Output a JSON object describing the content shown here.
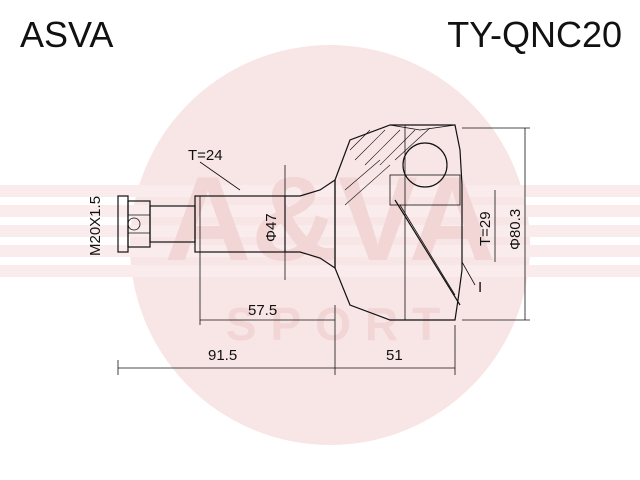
{
  "header": {
    "brand": "ASVA",
    "part_number": "TY-QNC20"
  },
  "watermark": {
    "text": "ASVA SPORT",
    "color": "#e8b7b7"
  },
  "dimensions": {
    "thread": "M20X1.5",
    "teeth_outer": "T=24",
    "shaft_diameter": "Φ47",
    "length_1": "57.5",
    "length_total": "91.5",
    "length_body": "51",
    "teeth_inner": "T=29",
    "outer_diameter": "Φ80.3"
  }
}
